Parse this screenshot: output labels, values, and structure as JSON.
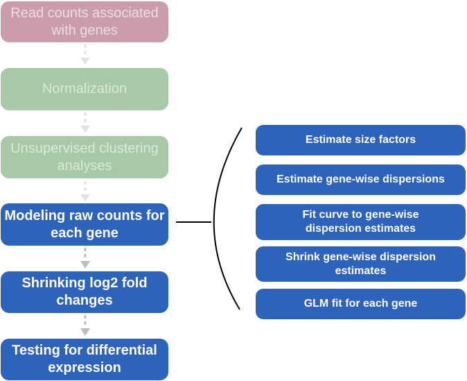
{
  "colors": {
    "pink_step": "#cb9cac",
    "green_step": "#a8c9a5",
    "active_step": "#2d63bb",
    "faded_arrow": "#e2e2e2",
    "active_arrow": "#bdbdbd",
    "bracket": "#000000"
  },
  "workflow_steps": [
    {
      "label": "Read counts associated with genes",
      "state": "faded"
    },
    {
      "label": "Normalization",
      "state": "faded"
    },
    {
      "label": "Unsupervised clustering analyses",
      "state": "faded"
    },
    {
      "label": "Modeling raw counts for each gene",
      "state": "active"
    },
    {
      "label": "Shrinking log2 fold changes",
      "state": "active"
    },
    {
      "label": "Testing for differential expression",
      "state": "active"
    }
  ],
  "modeling_substeps": [
    {
      "label": "Estimate size factors"
    },
    {
      "label": "Estimate gene-wise dispersions"
    },
    {
      "label": "Fit curve to gene-wise dispersion estimates"
    },
    {
      "label": "Shrink gene-wise dispersion estimates"
    },
    {
      "label": "GLM fit for each gene"
    }
  ]
}
